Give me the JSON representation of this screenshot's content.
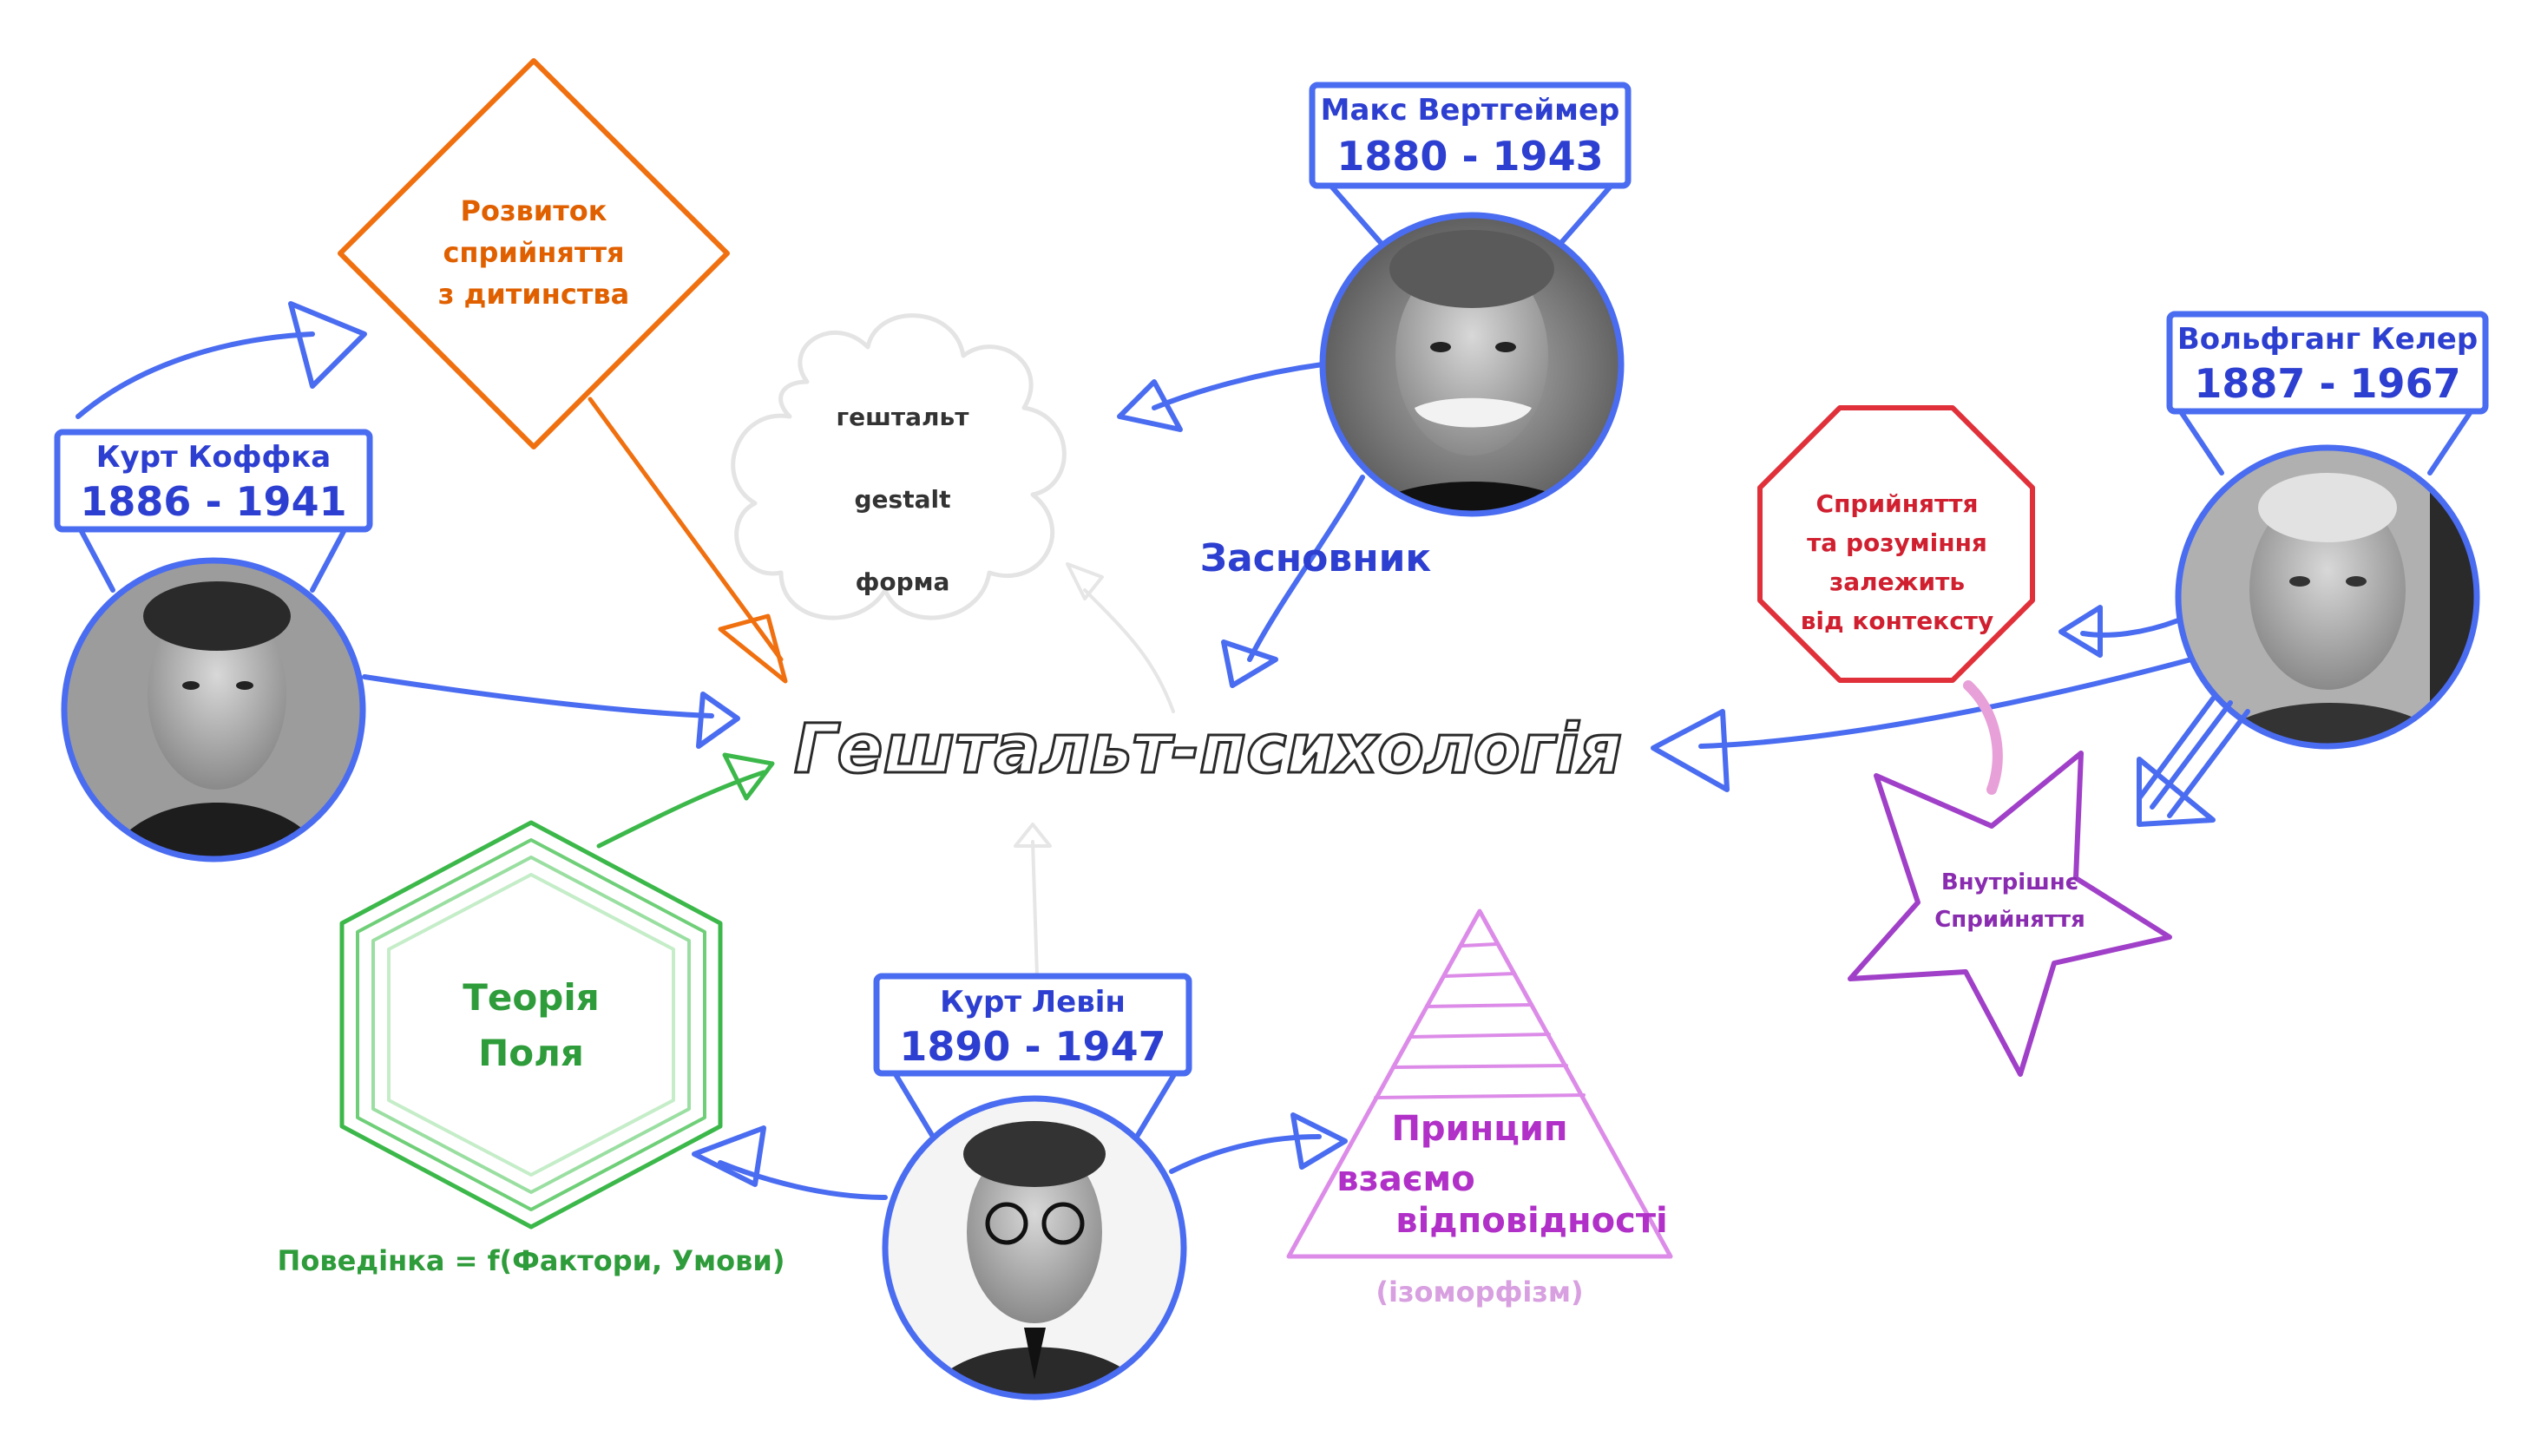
{
  "center": {
    "title": "Гештальт-психологія"
  },
  "cloud": {
    "lines": [
      "гештальт",
      "gestalt",
      "форма"
    ]
  },
  "people": {
    "wertheimer": {
      "name": "Макс Вертгеймер",
      "years": "1880 - 1943"
    },
    "koffka": {
      "name": "Курт Коффка",
      "years": "1886 - 1941"
    },
    "kohler": {
      "name": "Вольфганг Келер",
      "years": "1887 - 1967"
    },
    "lewin": {
      "name": "Курт Левін",
      "years": "1890 - 1947"
    }
  },
  "labels": {
    "founder": "Засновник",
    "development": [
      "Розвиток",
      "сприйняття",
      "з дитинства"
    ],
    "context": [
      "Сприйняття",
      "та розуміння",
      "залежить",
      "від контексту"
    ],
    "inner": [
      "Внутрішнє",
      "Сприйняття"
    ],
    "field_theory": [
      "Теорія",
      "Поля"
    ],
    "behavior_formula": "Поведінка = f(Фактори, Умови)",
    "principle": [
      "Принцип",
      "взаємо",
      "відповідності"
    ],
    "isomorphism": "(ізоморфізм)"
  },
  "colors": {
    "blue": "#4a6cf0",
    "orange": "#f07010",
    "green": "#3cb84a",
    "red": "#e0303a",
    "purple": "#a040c8",
    "pink": "#dc8ce8",
    "gray": "#cfcfcf"
  },
  "icons": {
    "portrait": "person-portrait-icon"
  }
}
